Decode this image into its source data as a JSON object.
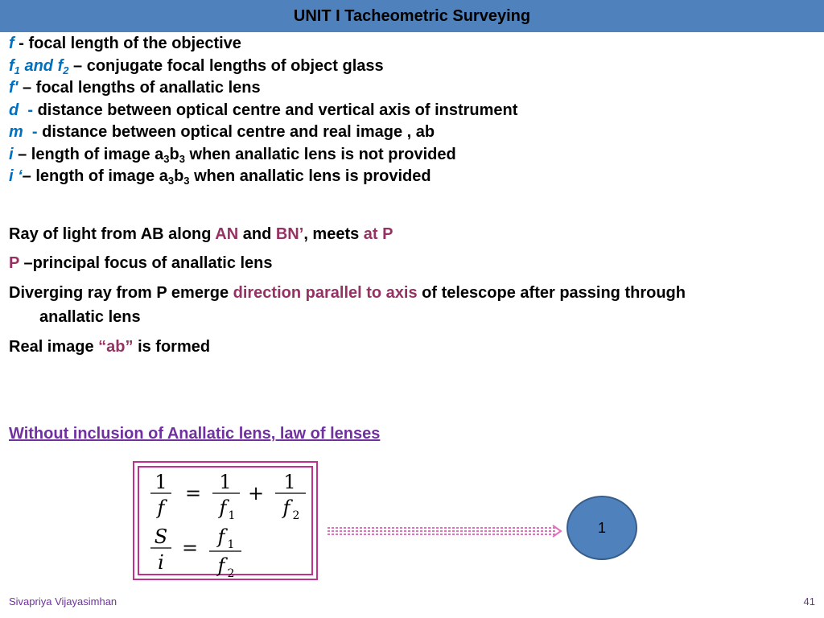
{
  "title": "UNIT I Tacheometric Surveying",
  "definitions": [
    {
      "sym": "f",
      "desc": " - focal length of the objective"
    },
    {
      "sym_a": "f",
      "sub_a": "1",
      "and": " and ",
      "sym_b": "f",
      "sub_b": "2",
      "desc": " – conjugate focal lengths of object glass"
    },
    {
      "sym": "f'",
      "desc": " – focal lengths of anallatic lens"
    },
    {
      "sym": "d",
      "sep": "  - ",
      "desc": "distance between optical centre and vertical axis of instrument"
    },
    {
      "sym": "m",
      "sep": "  - ",
      "desc": "distance between optical centre and real image , ab"
    },
    {
      "sym": "i",
      "desc_a": " – length of image a",
      "sub_a": "3",
      "desc_b": "b",
      "sub_b": "3",
      "desc_c": " when anallatic lens is not provided"
    },
    {
      "sym": "i ‘",
      "desc_a": "– length of image a",
      "sub_a": "3",
      "desc_b": "b",
      "sub_b": "3",
      "desc_c": " when anallatic lens is provided"
    }
  ],
  "para1": {
    "a": "Ray of light from AB along ",
    "b": "AN",
    "c": " and ",
    "d": "BN’",
    "e": ", meets ",
    "f": "at P"
  },
  "para2": {
    "a": "P",
    "b": " –principal focus of anallatic lens"
  },
  "para3": {
    "a": "Diverging ray from P emerge ",
    "b": "direction parallel to axis",
    "c": " of telescope after passing through",
    "d": "anallatic lens"
  },
  "para4": {
    "a": "Real image ",
    "b": "“ab”",
    "c": " is formed"
  },
  "heading": "Without inclusion of Anallatic lens, law of lenses",
  "formula": {
    "one": "1",
    "f": "f",
    "equals": "=",
    "plus": "+",
    "sub1": "1",
    "sub2": "2",
    "S": "S",
    "i": "i"
  },
  "equation_number": "1",
  "footer": {
    "author": "Sivapriya Vijayasimhan",
    "page": "41"
  },
  "colors": {
    "title_bar": "#4f81bd",
    "symbol_blue": "#0070c0",
    "accent_maroon": "#953163",
    "heading_purple": "#7030a0",
    "box_magenta": "#c0308f",
    "arrow_pink": "#e36fbf"
  }
}
